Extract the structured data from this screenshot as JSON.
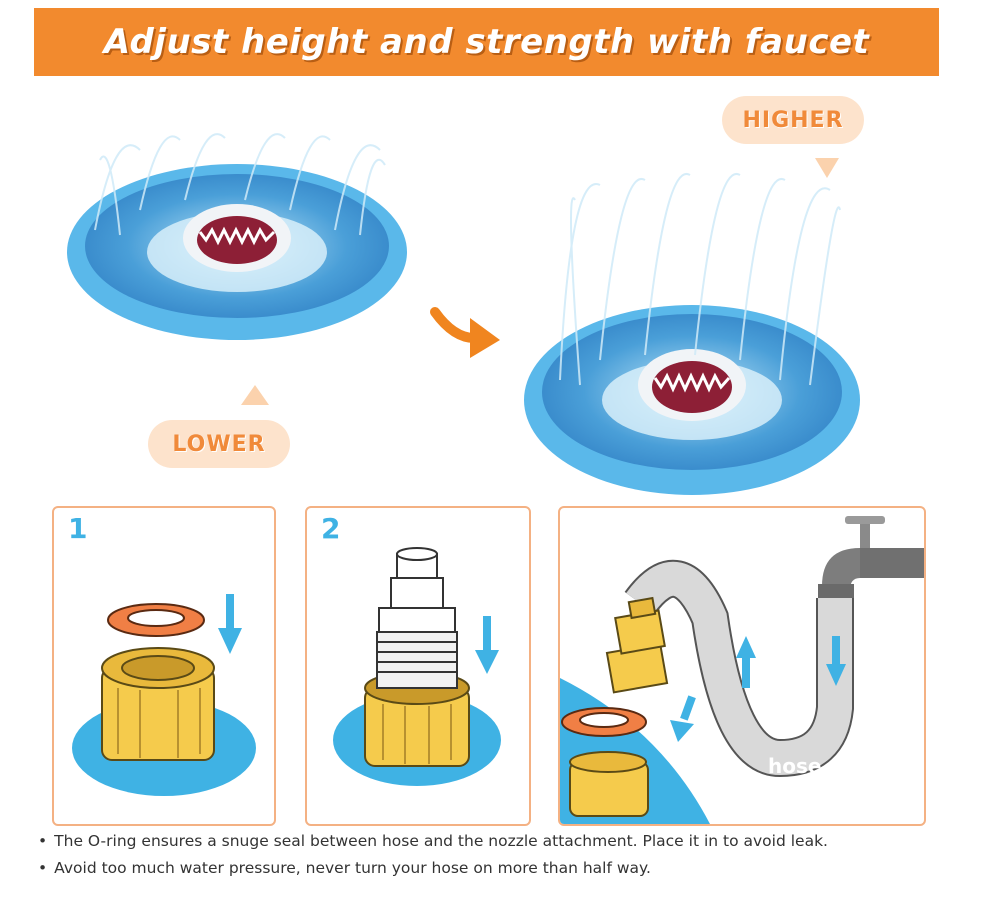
{
  "header": {
    "title": "Adjust height and strength with faucet"
  },
  "labels": {
    "higher": "HIGHER",
    "lower": "LOWER"
  },
  "steps": [
    {
      "number": "1"
    },
    {
      "number": "2"
    }
  ],
  "hose_label": "hose",
  "notes": [
    "The O-ring ensures a snuge seal between hose and the nozzle attachment. Place it in to avoid leak.",
    "Avoid too much water pressure, never turn your hose on more than half way."
  ],
  "colors": {
    "banner": "#f28a2e",
    "pill_bg": "#fde3cc",
    "pill_text": "#f08a3a",
    "panel_border": "#f4b183",
    "pool_blue": "#5ab8ea",
    "arrow_blue": "#3fb2e4",
    "fitting_yellow": "#f5cb4c",
    "oring_orange": "#f07f45"
  },
  "icons": [
    "curved-arrow-icon",
    "down-arrow-icon",
    "up-arrow-icon",
    "faucet-icon"
  ]
}
